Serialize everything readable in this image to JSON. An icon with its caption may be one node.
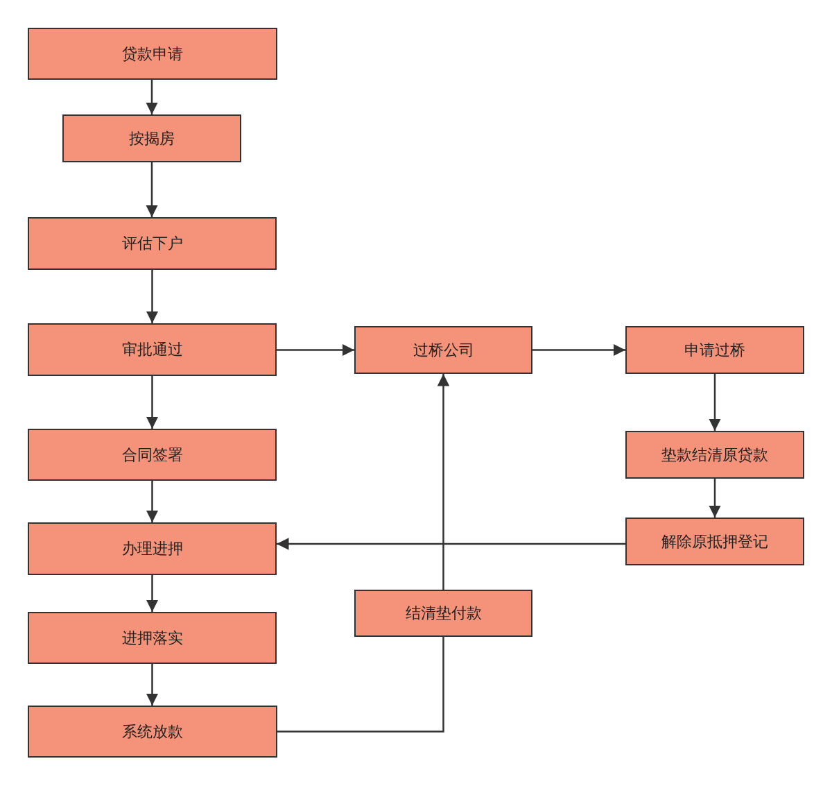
{
  "diagram": {
    "nodes": [
      {
        "text": [
          "贷款申请"
        ]
      },
      {
        "text": [
          "按揭房"
        ]
      },
      {
        "text": [
          "评估下户"
        ]
      },
      {
        "text": [
          "审批通过"
        ]
      },
      {
        "text": [
          "合同签署"
        ]
      },
      {
        "text": [
          "办理进押"
        ]
      },
      {
        "text": [
          "进押落实"
        ]
      },
      {
        "text": [
          "系统放款"
        ]
      },
      {
        "text": [
          "过桥公司"
        ]
      },
      {
        "text": [
          "申请过桥"
        ]
      },
      {
        "text": [
          "垫款结清原贷款"
        ]
      },
      {
        "text": [
          "解除原抵押登记"
        ]
      },
      {
        "text": [
          "结清垫付款"
        ]
      }
    ],
    "edges": [
      {
        "from": 0,
        "to": 1,
        "arrow": "to"
      },
      {
        "from": 1,
        "to": 2,
        "arrow": "to"
      },
      {
        "from": 2,
        "to": 3,
        "arrow": "to"
      },
      {
        "from": 3,
        "to": 4,
        "arrow": "to"
      },
      {
        "from": 4,
        "to": 5,
        "arrow": "to"
      },
      {
        "from": 5,
        "to": 6,
        "arrow": "to"
      },
      {
        "from": 6,
        "to": 7,
        "arrow": "to"
      },
      {
        "from": 3,
        "to": 8,
        "arrow": "to"
      },
      {
        "from": 8,
        "to": 9,
        "arrow": "to"
      },
      {
        "from": 9,
        "to": 10,
        "arrow": "to"
      },
      {
        "from": 10,
        "to": 11,
        "arrow": "to"
      },
      {
        "from": 11,
        "to": 5,
        "arrow": "to"
      },
      {
        "from": 7,
        "to": 12,
        "arrow": "none"
      },
      {
        "from": 12,
        "to": 8,
        "arrow": "to"
      }
    ]
  }
}
